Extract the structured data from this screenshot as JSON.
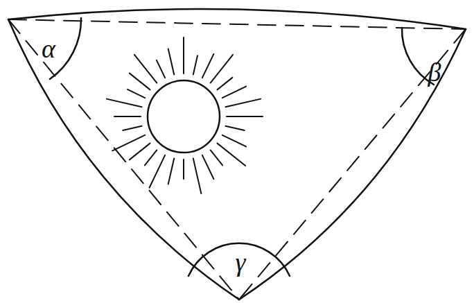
{
  "diagram": {
    "labels": [
      "α",
      "β",
      "γ"
    ]
  }
}
